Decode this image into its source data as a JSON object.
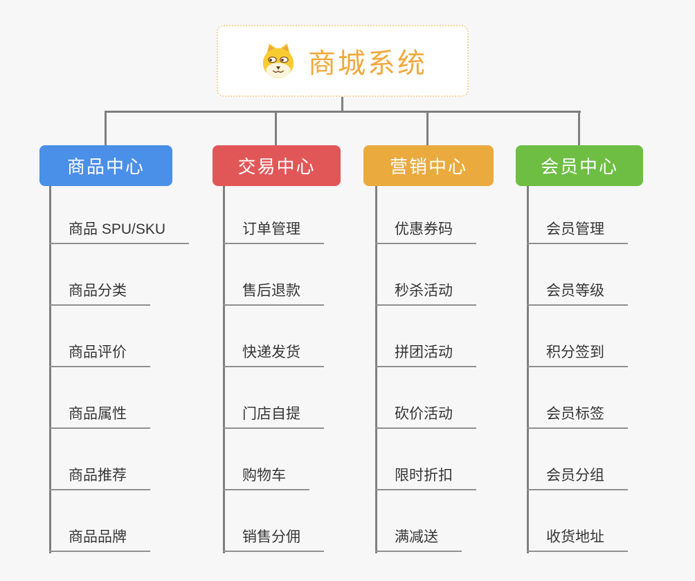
{
  "root": {
    "title": "商城系统",
    "icon": "dog-face-icon"
  },
  "branches": [
    {
      "label": "商品中心",
      "color": "#4a8fe8",
      "children": [
        "商品 SPU/SKU",
        "商品分类",
        "商品评价",
        "商品属性",
        "商品推荐",
        "商品品牌"
      ]
    },
    {
      "label": "交易中心",
      "color": "#e15758",
      "children": [
        "订单管理",
        "售后退款",
        "快递发货",
        "门店自提",
        "购物车",
        "销售分佣"
      ]
    },
    {
      "label": "营销中心",
      "color": "#ebaa3e",
      "children": [
        "优惠券码",
        "秒杀活动",
        "拼团活动",
        "砍价活动",
        "限时折扣",
        "满减送"
      ]
    },
    {
      "label": "会员中心",
      "color": "#6fbe44",
      "children": [
        "会员管理",
        "会员等级",
        "积分签到",
        "会员标签",
        "会员分组",
        "收货地址"
      ]
    }
  ],
  "colors": {
    "background": "#f7f7f7",
    "connector": "#7f7f7f",
    "underline": "#8f8f8f",
    "item_text": "#333333",
    "root_text": "#f0a93c",
    "root_border": "#f3d39b",
    "node_text": "#ffffff"
  }
}
